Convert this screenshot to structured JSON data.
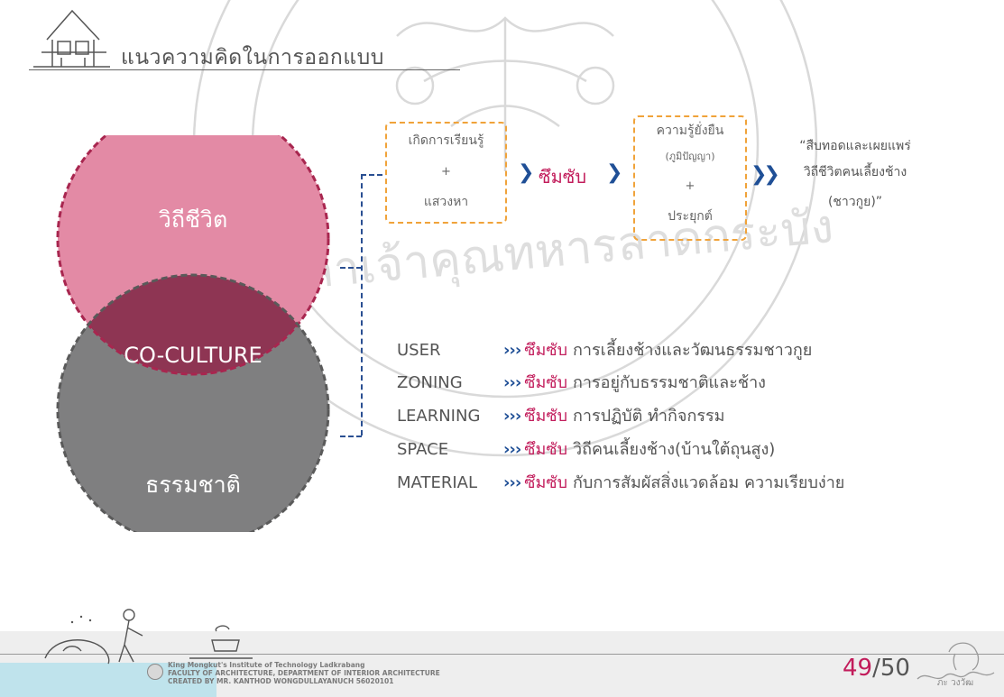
{
  "header": {
    "title": "แนวความคิดในการออกแบบ"
  },
  "venn": {
    "top_label": "วิถีชีวิต",
    "middle_label": "CO-CULTURE",
    "bottom_label": "ธรรมชาติ",
    "colors": {
      "top_fill": "#e38aa5",
      "overlap_fill": "#8e3553",
      "bottom_fill": "#7f7f80",
      "border": "#a8264f"
    }
  },
  "flow": {
    "box1_line1": "เกิดการเรียนรู้",
    "box1_plus": "+",
    "box1_line2": "แสวงหา",
    "connector": "ซึมซับ",
    "box2_line1": "ความรู้ยั่งยืน",
    "box2_sub": "(ภูมิปัญญา)",
    "box2_plus": "+",
    "box2_line2": "ประยุกต์",
    "result_line1": "“สืบทอดและเผยแพร่",
    "result_line2": "วิถีชีวิตคนเลี้ยงช้าง",
    "result_line3": "(ชาวกูย)”"
  },
  "list": [
    {
      "key": "USER",
      "arrows": "›››",
      "keyword": "ซึมซับ",
      "text": "การเลี้ยงช้างและวัฒนธรรมชาวกูย"
    },
    {
      "key": "ZONING",
      "arrows": "›››",
      "keyword": "ซึมซับ",
      "text": "การอยู่กับธรรมชาติและช้าง"
    },
    {
      "key": "LEARNING",
      "arrows": "›››",
      "keyword": "ซึมซับ",
      "text": "การปฏิบัติ ทำกิจกรรม"
    },
    {
      "key": "SPACE",
      "arrows": "›››",
      "keyword": "ซึมซับ",
      "text": "วิถีคนเลี้ยงช้าง(บ้านใต้ถุนสูง)"
    },
    {
      "key": "MATERIAL",
      "arrows": "›››",
      "keyword": "ซึมซับ",
      "text": "กับการสัมผัสสิ่งแวดล้อม ความเรียบง่าย"
    }
  ],
  "watermark": {
    "text": "จอมเกล้าเจ้าคุณทหารลาดกระบัง"
  },
  "footer": {
    "institute_line1": "King Mongkut's Institute of Technology Ladkrabang",
    "institute_line2": "FACULTY OF ARCHITECTURE, DEPARTMENT OF INTERIOR ARCHITECTURE",
    "institute_line3": "CREATED BY MR. KANTHOD WONGDULLAYANUCH 56020101",
    "page_current": "49",
    "page_sep_total": "/50",
    "signature": "ภะ วงวัฒ"
  }
}
